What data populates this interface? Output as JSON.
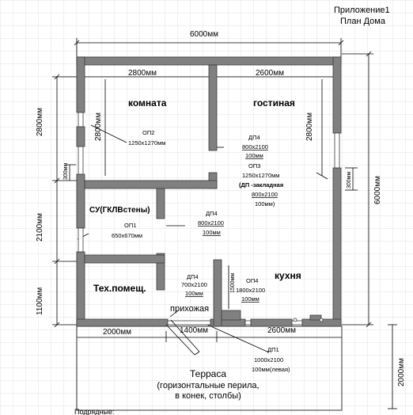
{
  "header": {
    "appendix": "Приложение1",
    "plan_title": "План Дома"
  },
  "dimensions": {
    "total_width": "6000мм",
    "total_height": "6000мм",
    "room_width_left": "2800мм",
    "room_width_right": "2600мм",
    "height_room": "2800мм",
    "height_mid": "2100мм",
    "height_tech": "1100мм",
    "height_terrace": "2000мм",
    "inner_room_height": "2800мм",
    "inner_living_height": "2800мм",
    "bottom_left": "2000мм",
    "bottom_mid": "1400мм",
    "bottom_right": "2600мм",
    "small_300_left": "300мм",
    "small_300_right": "300мм",
    "tech_1500": "1500мм"
  },
  "rooms": {
    "komnata": "комната",
    "gostinaya": "гостиная",
    "su": "СУ(ГКЛВстены)",
    "tech": "Тех.помещ.",
    "prihozhaya": "прихожая",
    "kuhnya": "кухня",
    "terrace_name": "Терраса",
    "terrace_note1": "(горизонтальные перила,",
    "terrace_note2": "в конек, столбы)"
  },
  "openings": {
    "op2_name": "ОП2",
    "op2_size": "1250х1270мм",
    "dp4_a_name": "ДП4",
    "dp4_a_size": "800х2100",
    "dp4_a_unit": "100мм",
    "op3_name": "ОП3",
    "op3_size": "1250х1270мм",
    "op3_note": "(ДП -закладная",
    "op3_extra_size": "800х2100",
    "op3_extra_unit": "100мм)",
    "op1_name": "ОП1",
    "op1_size": "650х670мм",
    "dp4_b_name": "ДП4",
    "dp4_b_size": "800х2100",
    "dp4_b_unit": "100мм",
    "dp4_c_name": "ДП4",
    "dp4_c_size": "700х2100",
    "dp4_c_unit": "100мм",
    "op4_name": "ОП4",
    "op4_size": "1800х2100",
    "op4_unit": "100мм",
    "dp1_name": "ДП1",
    "dp1_size": "1000х2100",
    "dp1_note": "100мм(левая)"
  },
  "footer": {
    "note": "Подрядные:"
  },
  "colors": {
    "wall": "#808080",
    "wall_outline": "#3a3a3a",
    "grid": "#d3d7e0",
    "dimension": "#000000"
  }
}
